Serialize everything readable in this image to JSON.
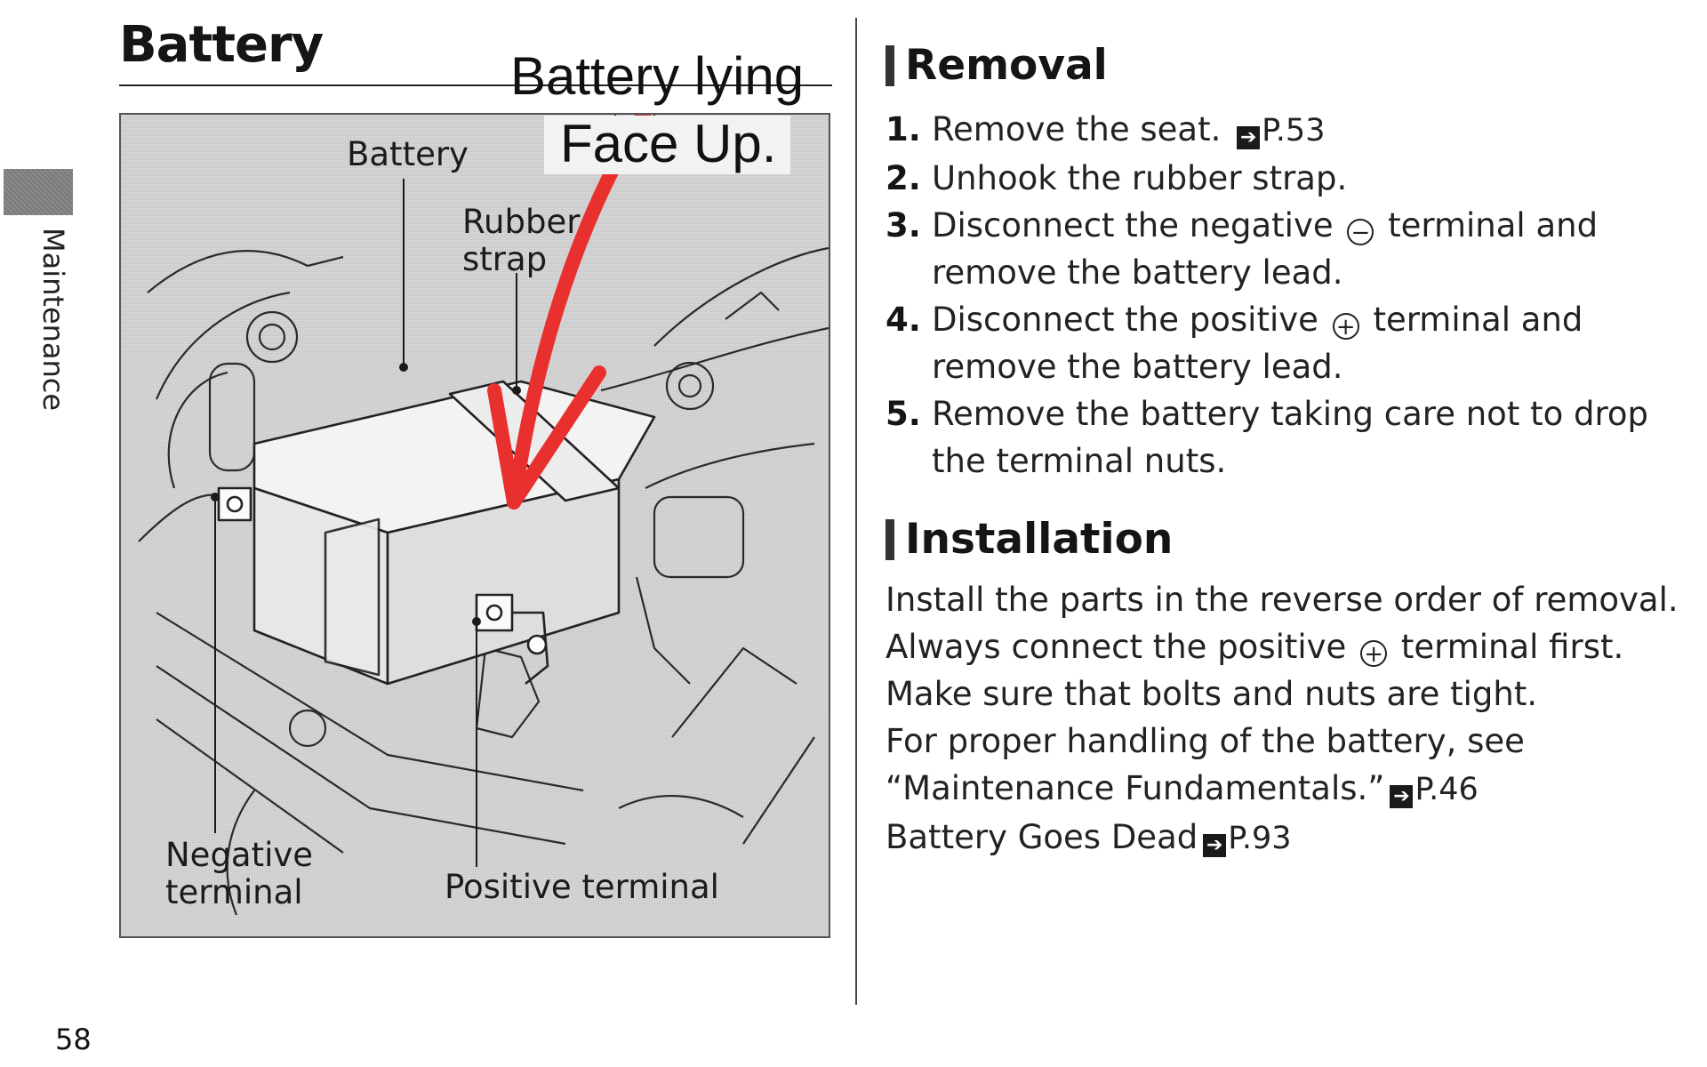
{
  "page": {
    "number": "58",
    "side_tab_label": "Maintenance"
  },
  "header": {
    "title": "Battery"
  },
  "annotation": {
    "line1": "Battery lying",
    "line2": "Face Up."
  },
  "figure": {
    "labels": {
      "battery": "Battery",
      "rubber_strap_line1": "Rubber",
      "rubber_strap_line2": "strap",
      "negative_line1": "Negative",
      "negative_line2": "terminal",
      "positive": "Positive terminal"
    },
    "arrow_color": "#e8312f"
  },
  "removal": {
    "heading": "Removal",
    "steps": [
      {
        "num": "1.",
        "text": "Remove the seat.",
        "ref": "P.53"
      },
      {
        "num": "2.",
        "text": "Unhook the rubber strap."
      },
      {
        "num": "3.",
        "text_a": "Disconnect the negative",
        "symbol": "−",
        "text_b": "terminal and remove the battery lead."
      },
      {
        "num": "4.",
        "text_a": "Disconnect the positive",
        "symbol": "+",
        "text_b": "terminal and remove the battery lead."
      },
      {
        "num": "5.",
        "text": "Remove the battery taking care not to drop the terminal nuts."
      }
    ]
  },
  "installation": {
    "heading": "Installation",
    "p1_a": "Install the parts in the reverse order of removal. Always connect the positive",
    "p1_symbol": "+",
    "p1_b": "terminal first. Make sure that bolts and nuts are tight.",
    "p2_text": "For proper handling of the battery, see “Maintenance Fundamentals.”",
    "p2_ref": "P.46",
    "p3_text": "Battery Goes Dead",
    "p3_ref": "P.93"
  },
  "ref_arrow_glyph": "➔"
}
